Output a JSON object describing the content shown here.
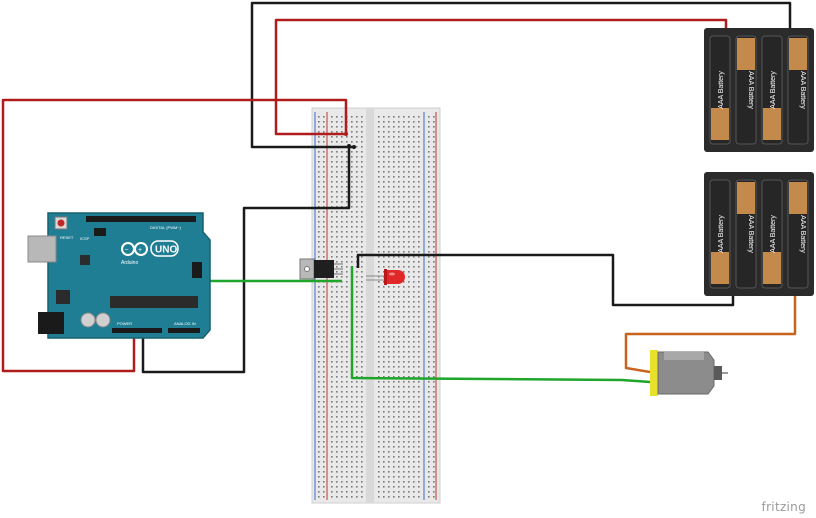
{
  "watermark": "fritzing",
  "arduino": {
    "brand": "Arduino",
    "model": "UNO",
    "reset_label": "RESET",
    "icsp_label": "ICSP",
    "digital_label": "DIGITAL (PWM~)",
    "analog_label": "ANALOG IN",
    "power_label": "POWER"
  },
  "battery_label": "AAA Battery",
  "colors": {
    "wire_red": "#b01c1c",
    "wire_black": "#1a1a1a",
    "wire_green": "#1ea52a",
    "wire_orange": "#c8641e",
    "board_teal": "#1f7e94",
    "breadboard": "#e9e9e9",
    "battery_body": "#2b2b2b",
    "battery_copper": "#c48a4c",
    "led_red": "#e02828",
    "motor_gray": "#8c8c8c",
    "motor_yellow": "#e8e02a"
  },
  "icons": [
    "arduino-infinity-logo",
    "transistor-to220",
    "red-led",
    "dc-motor"
  ]
}
